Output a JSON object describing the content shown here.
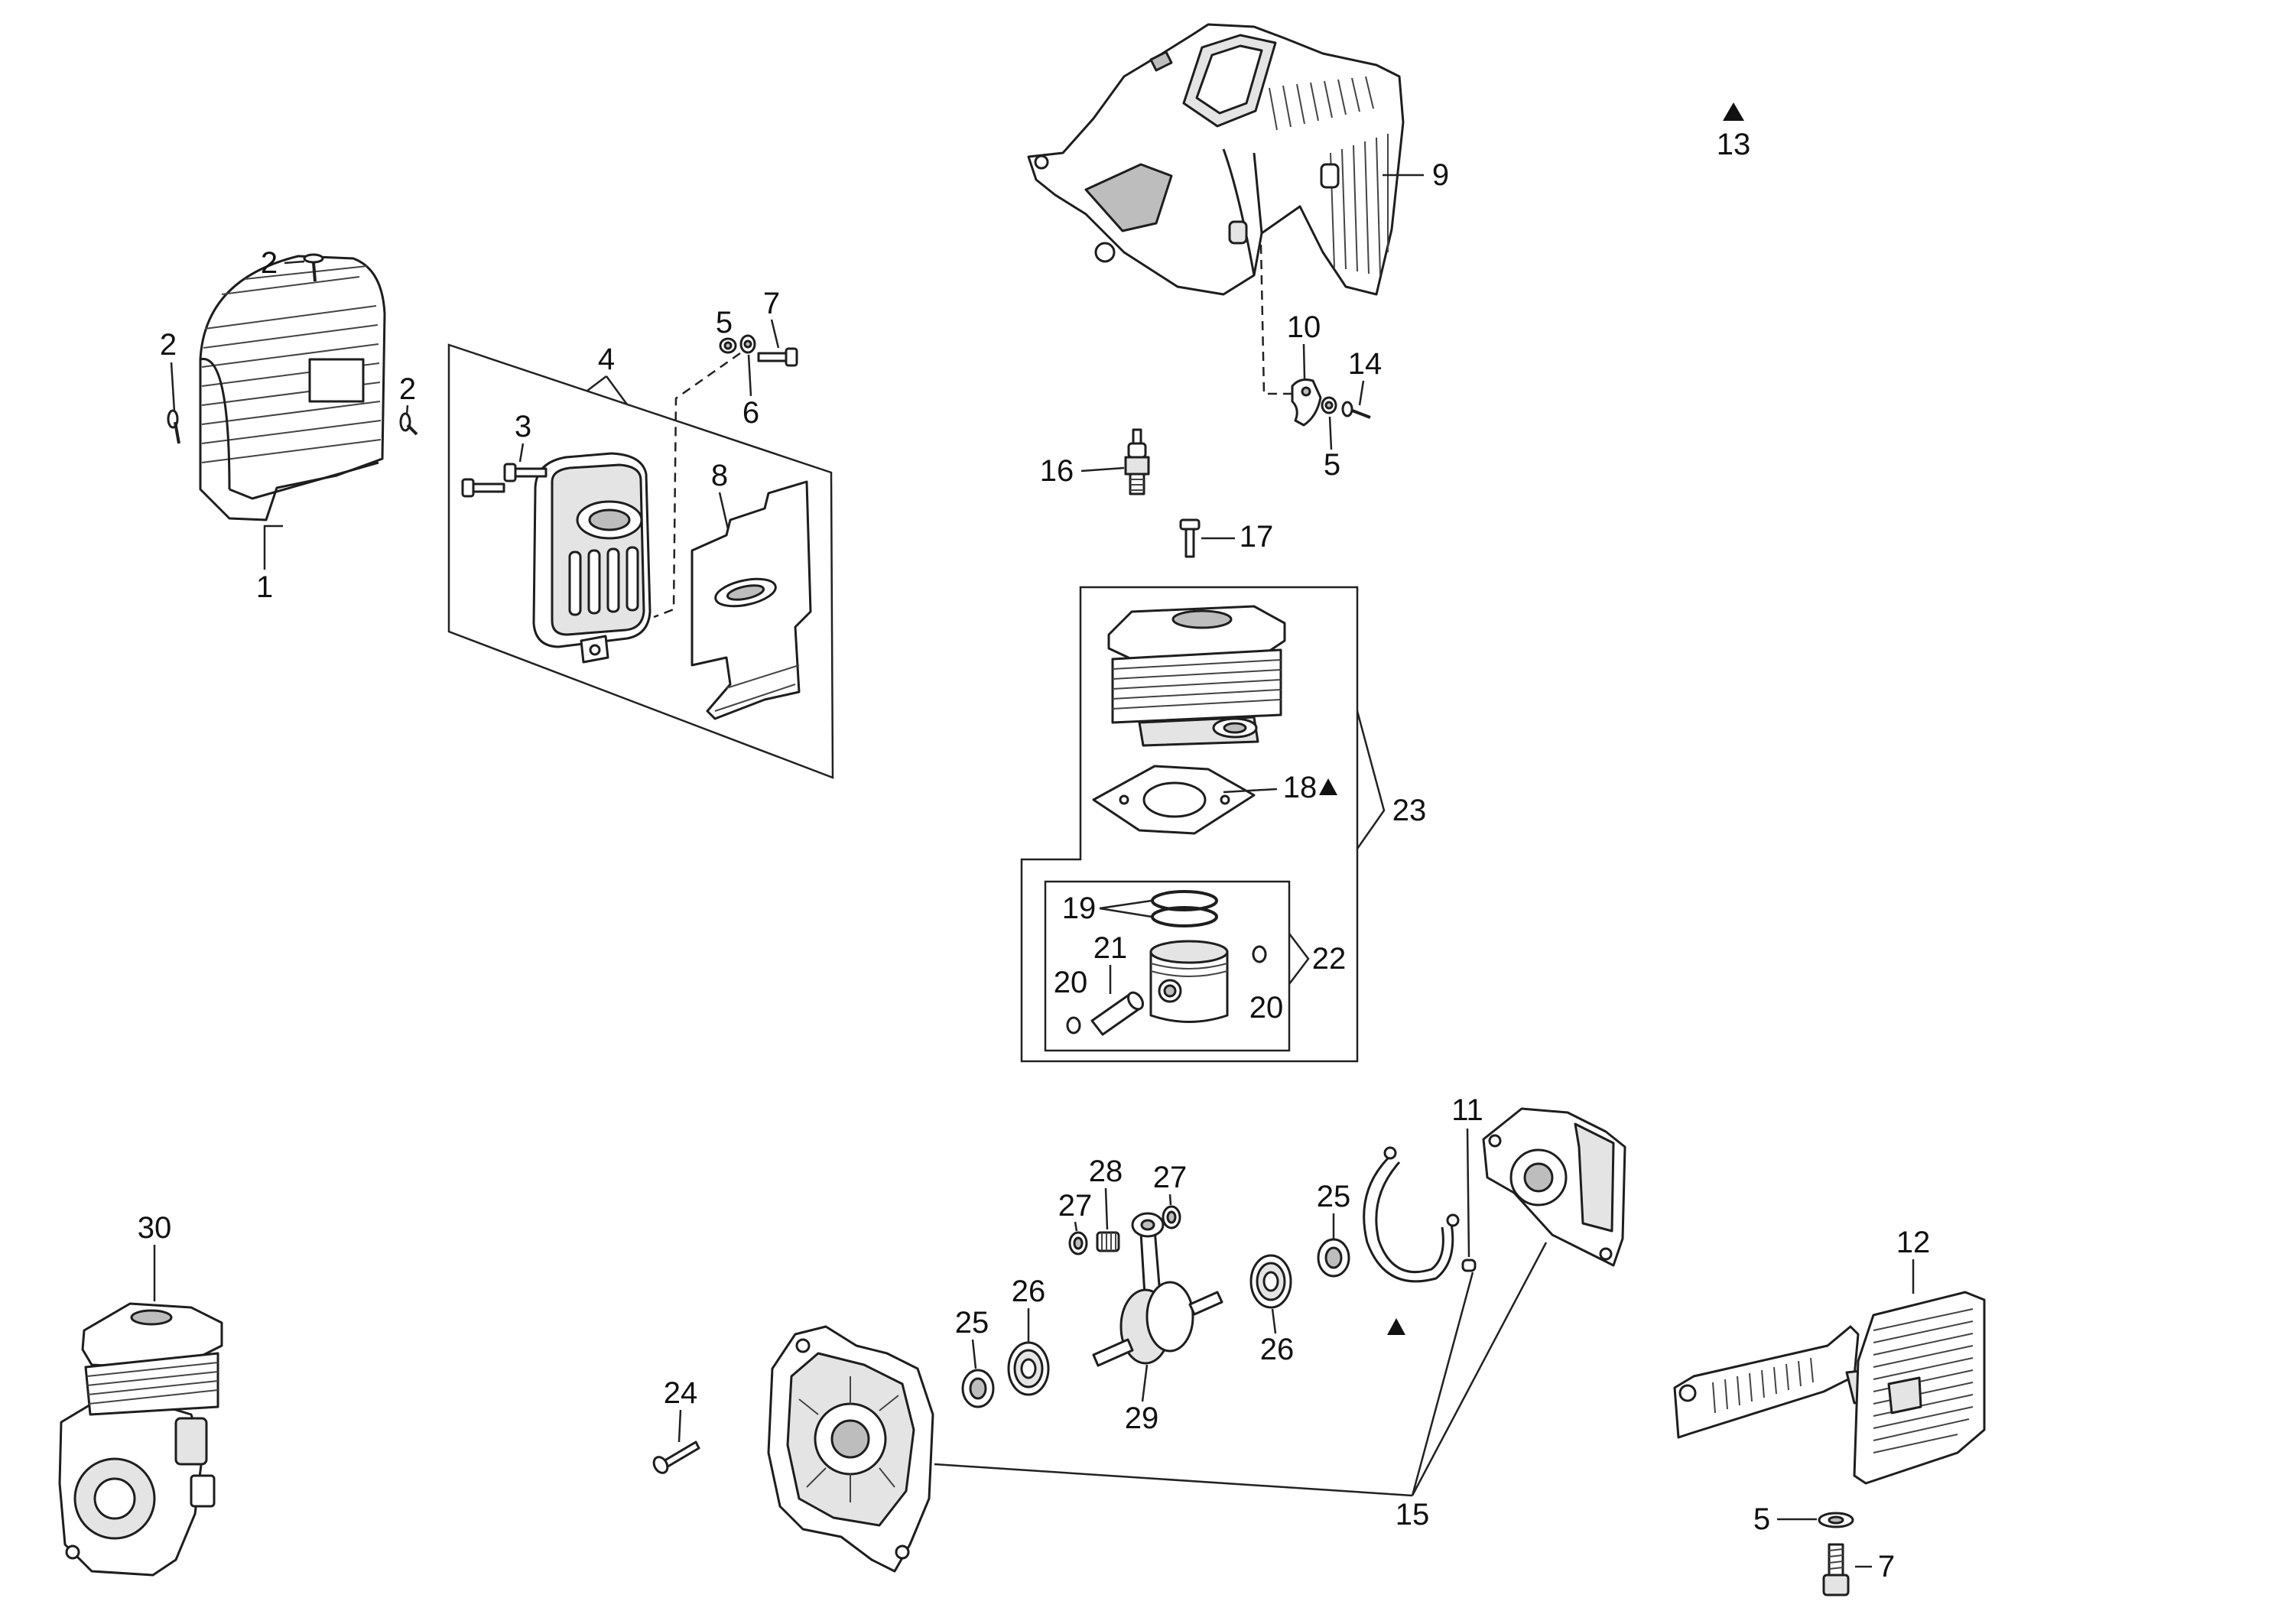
{
  "diagram": {
    "callouts": [
      {
        "label": "2"
      },
      {
        "label": "2"
      },
      {
        "label": "2"
      },
      {
        "label": "1"
      },
      {
        "label": "4"
      },
      {
        "label": "5"
      },
      {
        "label": "7"
      },
      {
        "label": "6"
      },
      {
        "label": "3"
      },
      {
        "label": "8"
      },
      {
        "label": "9"
      },
      {
        "label": "10"
      },
      {
        "label": "14"
      },
      {
        "label": "5"
      },
      {
        "label": "16"
      },
      {
        "label": "17"
      },
      {
        "label": "13"
      },
      {
        "label": "18"
      },
      {
        "label": "23"
      },
      {
        "label": "19"
      },
      {
        "label": "21"
      },
      {
        "label": "22"
      },
      {
        "label": "20"
      },
      {
        "label": "20"
      },
      {
        "label": "11"
      },
      {
        "label": "28"
      },
      {
        "label": "27"
      },
      {
        "label": "27"
      },
      {
        "label": "25"
      },
      {
        "label": "26"
      },
      {
        "label": "25"
      },
      {
        "label": "26"
      },
      {
        "label": "29"
      },
      {
        "label": "30"
      },
      {
        "label": "24"
      },
      {
        "label": "15"
      },
      {
        "label": "12"
      },
      {
        "label": "5"
      },
      {
        "label": "7"
      }
    ],
    "marker_icon": "triangle-marker-icon",
    "colors": {
      "line": "#1e1e1e",
      "background": "#ffffff"
    }
  }
}
